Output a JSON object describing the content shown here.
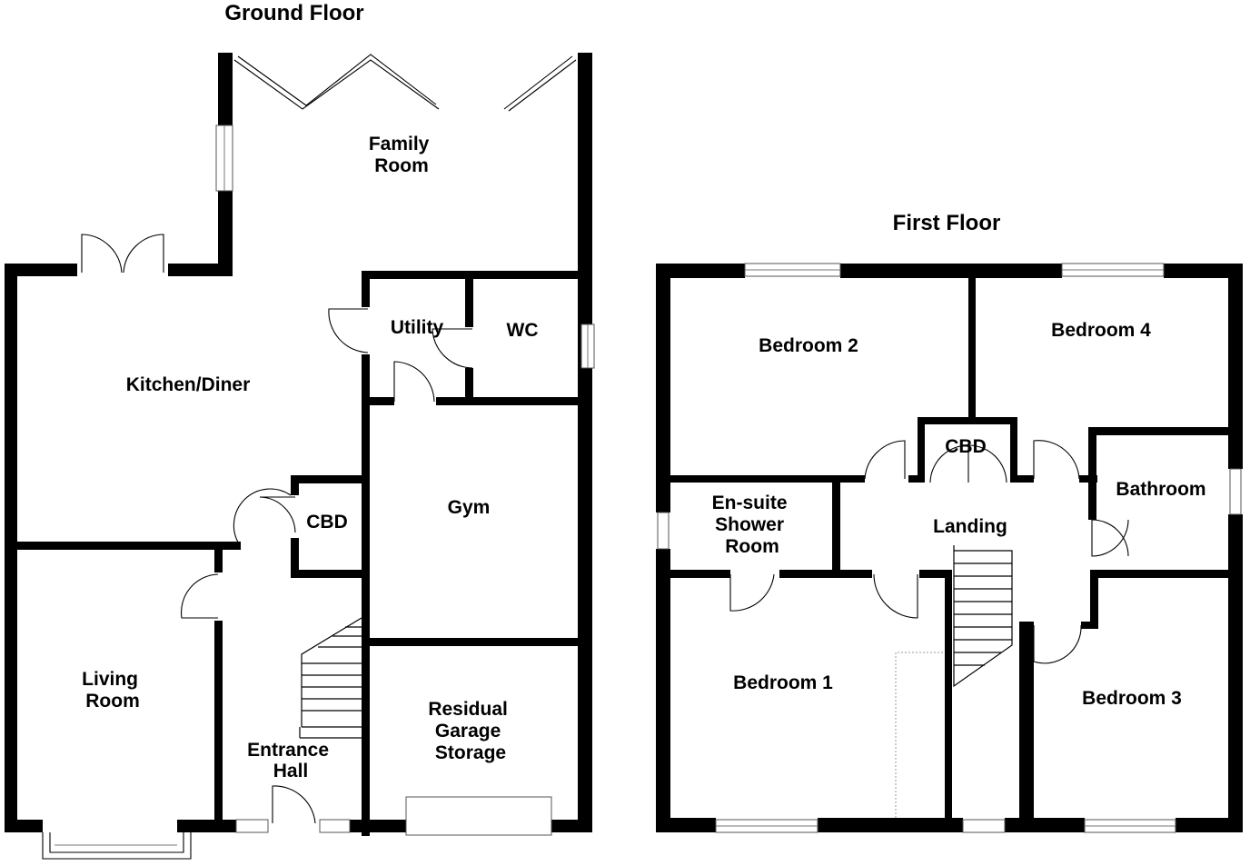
{
  "titles": {
    "ground_floor": "Ground Floor",
    "first_floor": "First Floor"
  },
  "rooms": {
    "family_room": [
      "Family",
      "Room"
    ],
    "kitchen_diner": "Kitchen/Diner",
    "utility": "Utility",
    "wc": "WC",
    "cbd_ground": "CBD",
    "gym": "Gym",
    "living_room": [
      "Living",
      "Room"
    ],
    "entrance_hall": [
      "Entrance",
      "Hall"
    ],
    "garage_storage": [
      "Residual",
      "Garage",
      "Storage"
    ],
    "bedroom_2": "Bedroom 2",
    "bedroom_4": "Bedroom 4",
    "cbd_first": "CBD",
    "bathroom": "Bathroom",
    "ensuite": [
      "En-suite",
      "Shower",
      "Room"
    ],
    "landing": "Landing",
    "bedroom_1": "Bedroom 1",
    "bedroom_3": "Bedroom 3"
  }
}
